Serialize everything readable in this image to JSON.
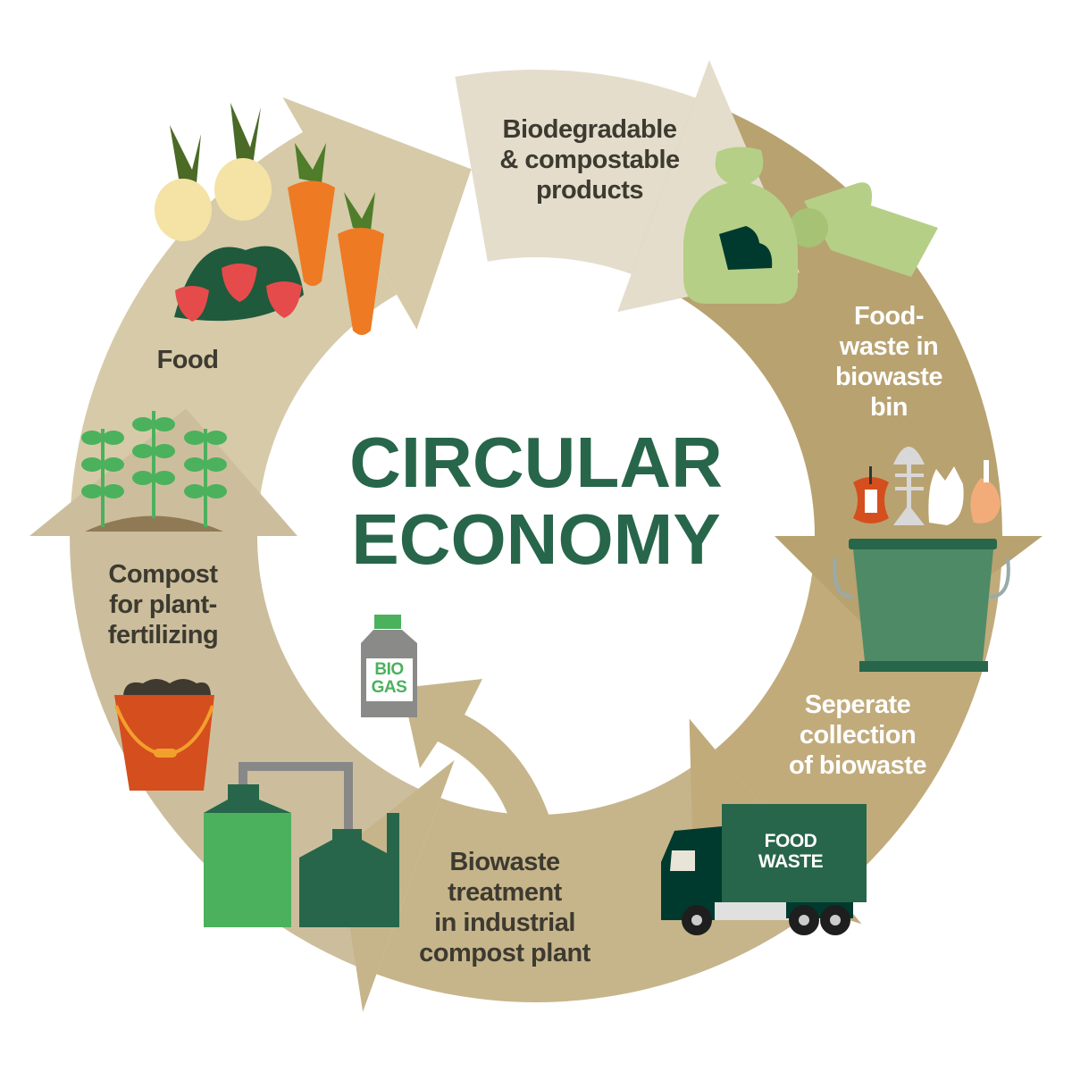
{
  "title": {
    "line1": "CIRCULAR",
    "line2": "ECONOMY"
  },
  "stages": [
    {
      "id": "biodegradable",
      "label": "Biodegradable\n& compostable\nproducts"
    },
    {
      "id": "foodwaste-bin",
      "label": "Food-\nwaste in\nbiowaste\nbin"
    },
    {
      "id": "collection",
      "label": "Seperate\ncollection\nof biowaste"
    },
    {
      "id": "treatment",
      "label": "Biowaste\ntreatment\nin industrial\ncompost plant"
    },
    {
      "id": "compost",
      "label": "Compost\nfor plant-\nfertilizing"
    },
    {
      "id": "food",
      "label": "Food"
    }
  ],
  "truck": {
    "line1": "FOOD",
    "line2": "WASTE"
  },
  "biogas": {
    "line1": "BIO",
    "line2": "GAS"
  },
  "colors": {
    "green_dark": "#27664a",
    "green_light": "#4bb15d",
    "text_dark": "#3d3a30",
    "segments": [
      "#e4ddcc",
      "#b8a270",
      "#c1ab7b",
      "#c6b58b",
      "#ccbe9c",
      "#d6caa8"
    ]
  }
}
